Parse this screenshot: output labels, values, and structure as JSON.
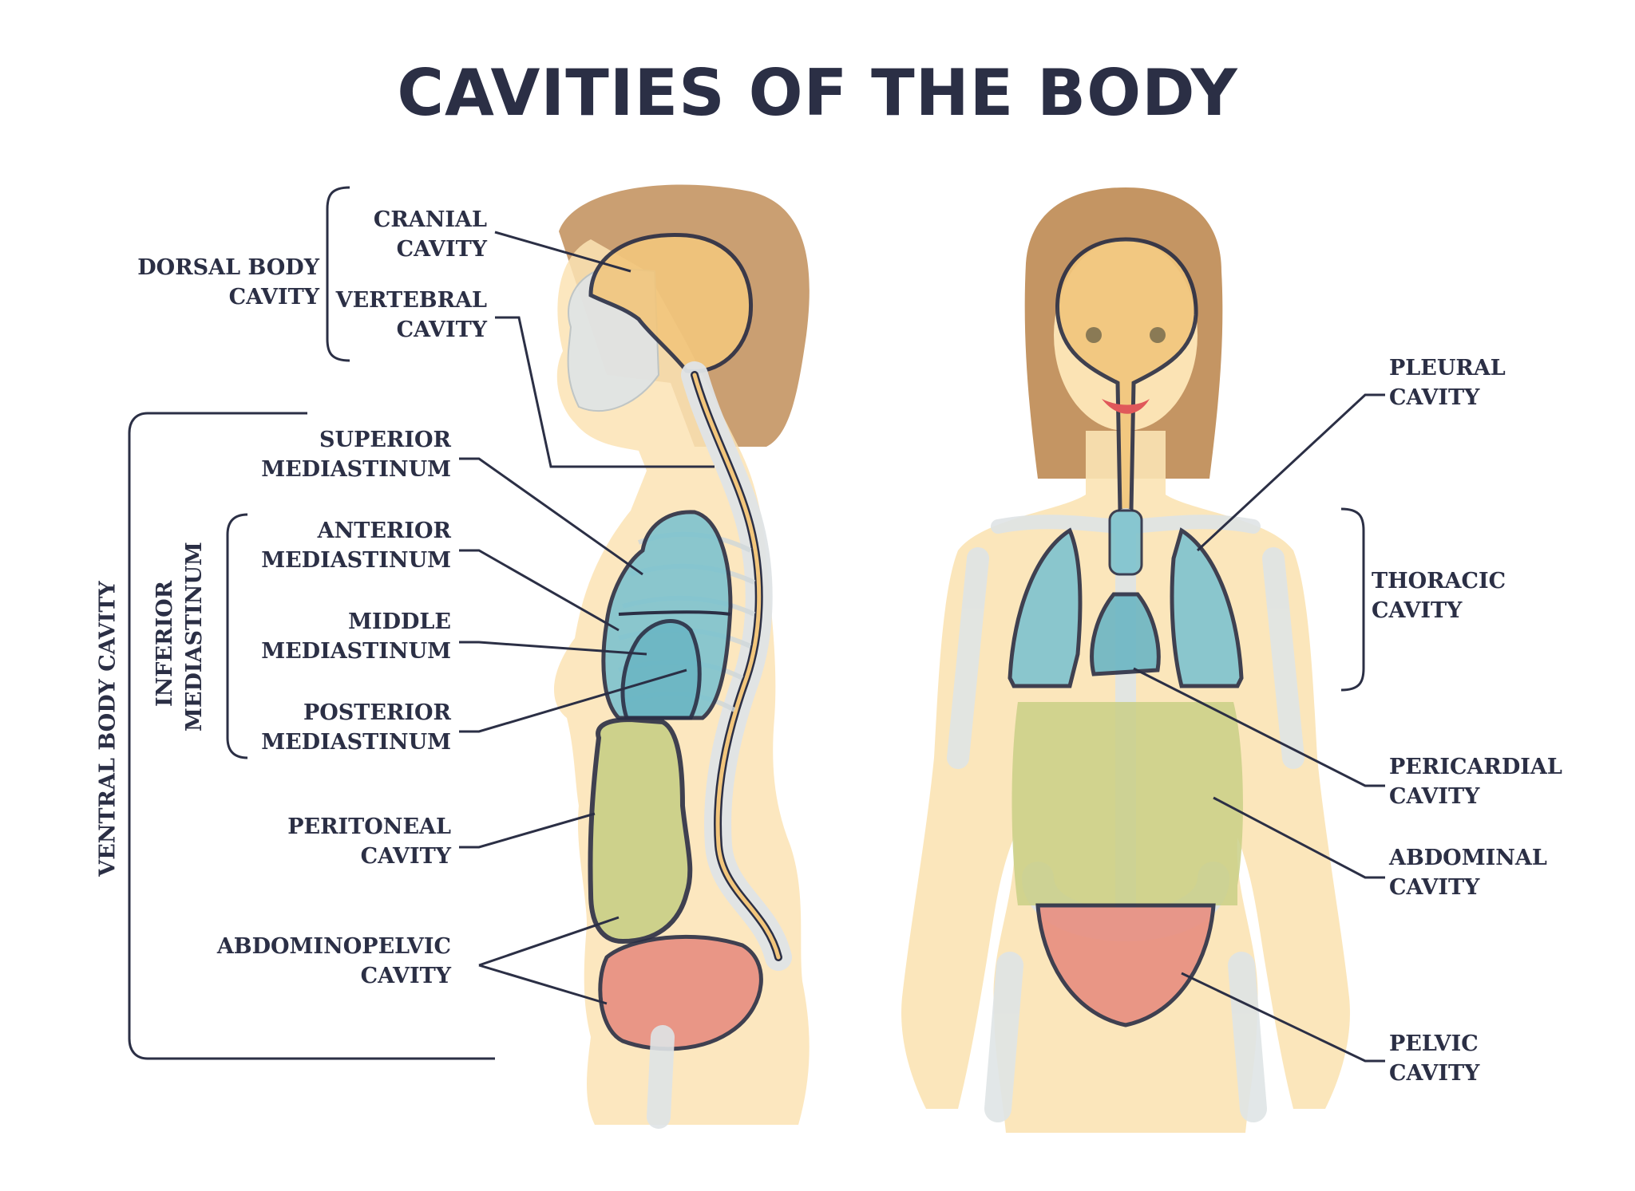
{
  "title": "CAVITIES OF THE BODY",
  "side_view": {
    "group_dorsal": [
      "DORSAL BODY",
      "CAVITY"
    ],
    "group_ventral": "VENTRAL BODY CAVITY",
    "group_inferior": [
      "INFERIOR",
      "MEDIASTINUM"
    ],
    "labels": {
      "cranial": [
        "CRANIAL",
        "CAVITY"
      ],
      "vertebral": [
        "VERTEBRAL",
        "CAVITY"
      ],
      "superior_mediastinum": [
        "SUPERIOR",
        "MEDIASTINUM"
      ],
      "anterior_mediastinum": [
        "ANTERIOR",
        "MEDIASTINUM"
      ],
      "middle_mediastinum": [
        "MIDDLE",
        "MEDIASTINUM"
      ],
      "posterior_mediastinum": [
        "POSTERIOR",
        "MEDIASTINUM"
      ],
      "peritoneal": [
        "PERITONEAL",
        "CAVITY"
      ],
      "abdominopelvic": [
        "ABDOMINOPELVIC",
        "CAVITY"
      ]
    }
  },
  "front_view": {
    "labels": {
      "pleural": [
        "PLEURAL",
        "CAVITY"
      ],
      "thoracic": [
        "THORACIC",
        "CAVITY"
      ],
      "pericardial": [
        "PERICARDIAL",
        "CAVITY"
      ],
      "abdominal": [
        "ABDOMINAL",
        "CAVITY"
      ],
      "pelvic": [
        "PELVIC",
        "CAVITY"
      ]
    }
  },
  "colors": {
    "text": "#2b2f45",
    "skin": "#fbe3b4",
    "hair": "#c49563",
    "cranial_fill": "#f2c67c",
    "lung_fill": "#7ec3cf",
    "abdominal_fill": "#c9cf86",
    "pelvic_fill": "#e88e80",
    "bone": "#dfe4e6"
  }
}
